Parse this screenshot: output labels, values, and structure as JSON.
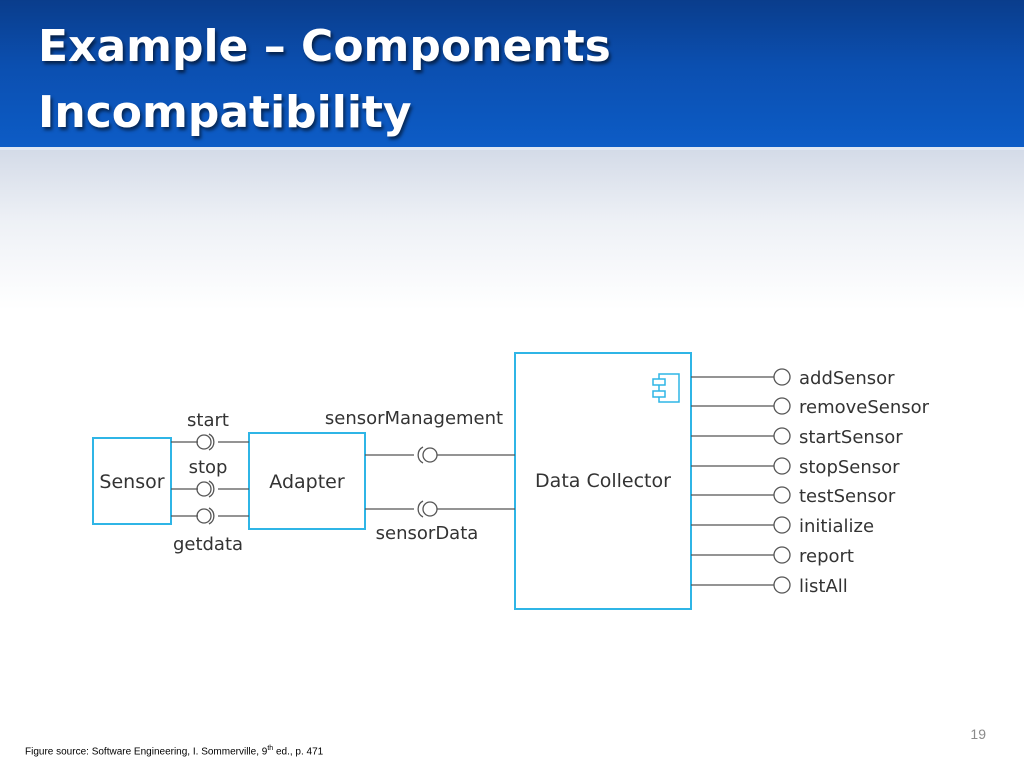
{
  "slide": {
    "title_line1": "Example – Components",
    "title_line2": "Incompatibility",
    "page_number": "19",
    "footnote_prefix": "Figure source: Software Engineering, I. Sommerville, 9",
    "footnote_sup": "th",
    "footnote_suffix": " ed., p. 471"
  },
  "diagram": {
    "components": {
      "sensor": "Sensor",
      "adapter": "Adapter",
      "data_collector": "Data Collector"
    },
    "sensor_interfaces": [
      "start",
      "stop",
      "getdata"
    ],
    "adapter_interfaces": [
      "sensorManagement",
      "sensorData"
    ],
    "collector_interfaces": [
      "addSensor",
      "removeSensor",
      "startSensor",
      "stopSensor",
      "testSensor",
      "initialize",
      "report",
      "listAll"
    ],
    "colors": {
      "box_border": "#2fb5e6",
      "line": "#555555",
      "header_blue": "#0b4fb0"
    }
  }
}
